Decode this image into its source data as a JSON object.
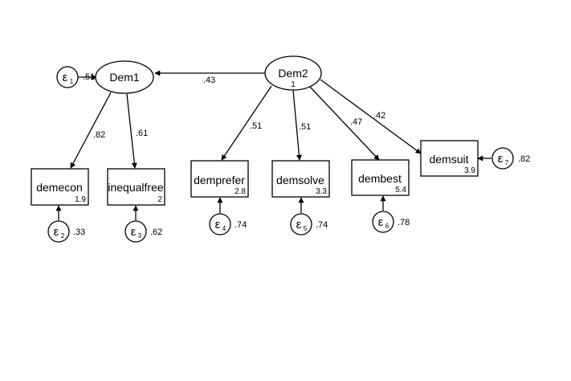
{
  "latent": [
    {
      "id": "dem1",
      "label": "Dem1",
      "value": ""
    },
    {
      "id": "dem2",
      "label": "Dem2",
      "value": "1"
    }
  ],
  "observed": [
    {
      "id": "demecon",
      "label": "demecon",
      "intercept": "1.9"
    },
    {
      "id": "inequalfree",
      "label": "inequalfree",
      "intercept": "2"
    },
    {
      "id": "demprefer",
      "label": "demprefer",
      "intercept": "2.8"
    },
    {
      "id": "demsolve",
      "label": "demsolve",
      "intercept": "3.3"
    },
    {
      "id": "dembest",
      "label": "dembest",
      "intercept": "5.4"
    },
    {
      "id": "demsuit",
      "label": "demsuit",
      "intercept": "3.9"
    }
  ],
  "errors": [
    {
      "id": "e1",
      "symbol": "ε",
      "index": "1",
      "variance": ".51"
    },
    {
      "id": "e2",
      "symbol": "ε",
      "index": "2",
      "variance": ".33"
    },
    {
      "id": "e3",
      "symbol": "ε",
      "index": "3",
      "variance": ".62"
    },
    {
      "id": "e4",
      "symbol": "ε",
      "index": "4",
      "variance": ".74"
    },
    {
      "id": "e5",
      "symbol": "ε",
      "index": "5",
      "variance": ".74"
    },
    {
      "id": "e6",
      "symbol": "ε",
      "index": "6",
      "variance": ".78"
    },
    {
      "id": "e7",
      "symbol": "ε",
      "index": "7",
      "variance": ".82"
    }
  ],
  "paths": [
    {
      "from": "Dem2",
      "to": "Dem1",
      "coef": ".43"
    },
    {
      "from": "Dem1",
      "to": "demecon",
      "coef": ".82"
    },
    {
      "from": "Dem1",
      "to": "inequalfree",
      "coef": ".61"
    },
    {
      "from": "Dem2",
      "to": "demprefer",
      "coef": ".51"
    },
    {
      "from": "Dem2",
      "to": "demsolve",
      "coef": ".51"
    },
    {
      "from": "Dem2",
      "to": "dembest",
      "coef": ".47"
    },
    {
      "from": "Dem2",
      "to": "demsuit",
      "coef": ".42"
    }
  ],
  "colors": {
    "stroke": "#000000",
    "background": "#ffffff"
  }
}
